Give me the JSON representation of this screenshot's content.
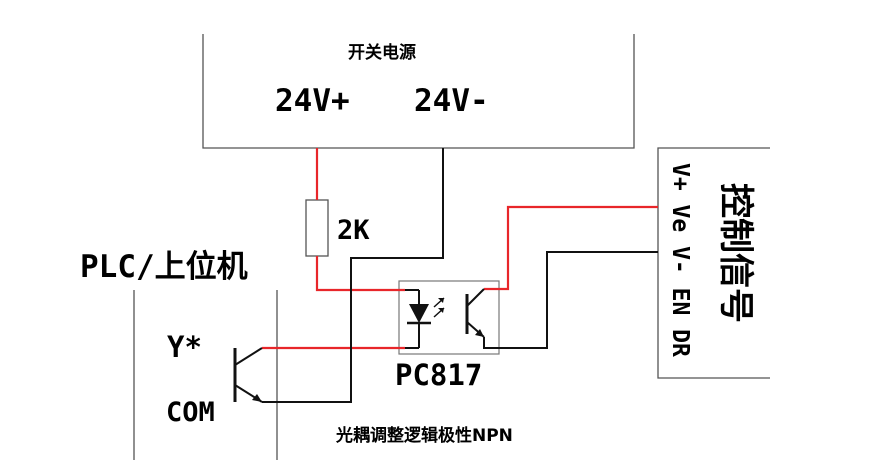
{
  "power_supply": {
    "title": "开关电源",
    "pos_terminal": "24V+",
    "neg_terminal": "24V-"
  },
  "resistor": {
    "label": "2K"
  },
  "plc": {
    "title": "PLC/上位机",
    "output_pin": "Y*",
    "common_pin": "COM"
  },
  "optocoupler": {
    "label": "PC817"
  },
  "control": {
    "title": "控制信号",
    "pins_label": "V+ Ve V- EN DR"
  },
  "caption": "光耦调整逻辑极性NPN",
  "colors": {
    "positive_wire": "#e8262a",
    "ground_wire": "#111111"
  }
}
